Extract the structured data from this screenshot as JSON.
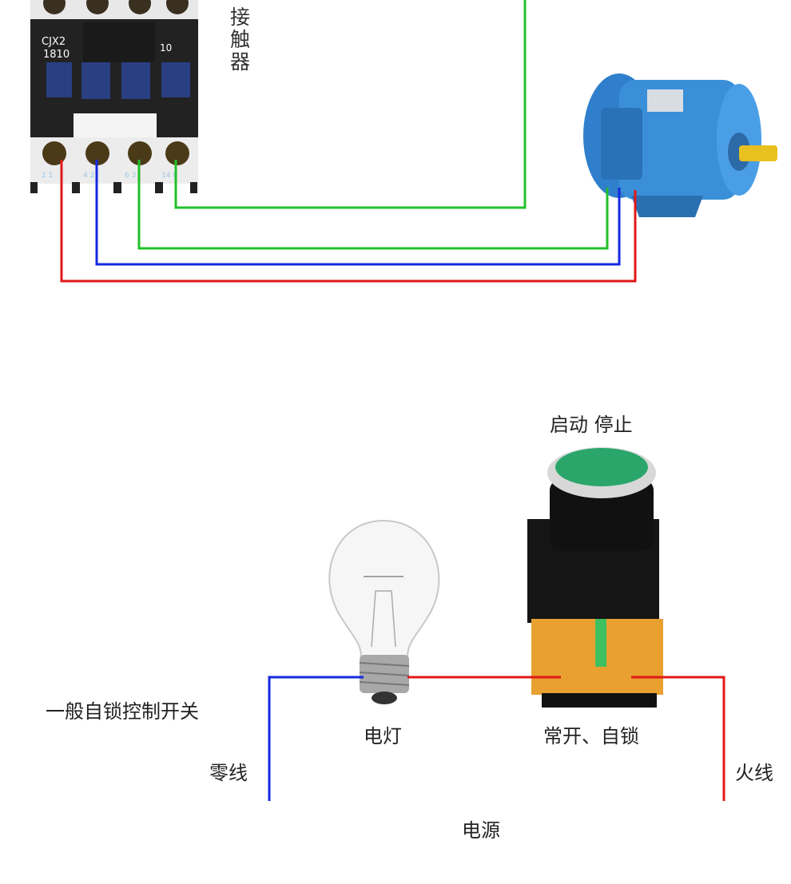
{
  "contactor": {
    "label": "接触器",
    "model_line1": "CJX2",
    "model_line2": "1810",
    "aux": "10",
    "terminals": [
      "2 1",
      "4 2",
      "6 3",
      "14 0"
    ]
  },
  "switch_section": {
    "button_label": "启动  停止",
    "title": "一般自锁控制开关",
    "lamp_label": "电灯",
    "switch_label": "常开、自锁",
    "neutral_label": "零线",
    "live_label": "火线",
    "power_label": "电源"
  },
  "colors": {
    "red": "#e01818",
    "blue": "#1428e0",
    "green": "#22c02a",
    "button_green": "#2aa66a",
    "motor_blue": "#3a8fd8"
  }
}
